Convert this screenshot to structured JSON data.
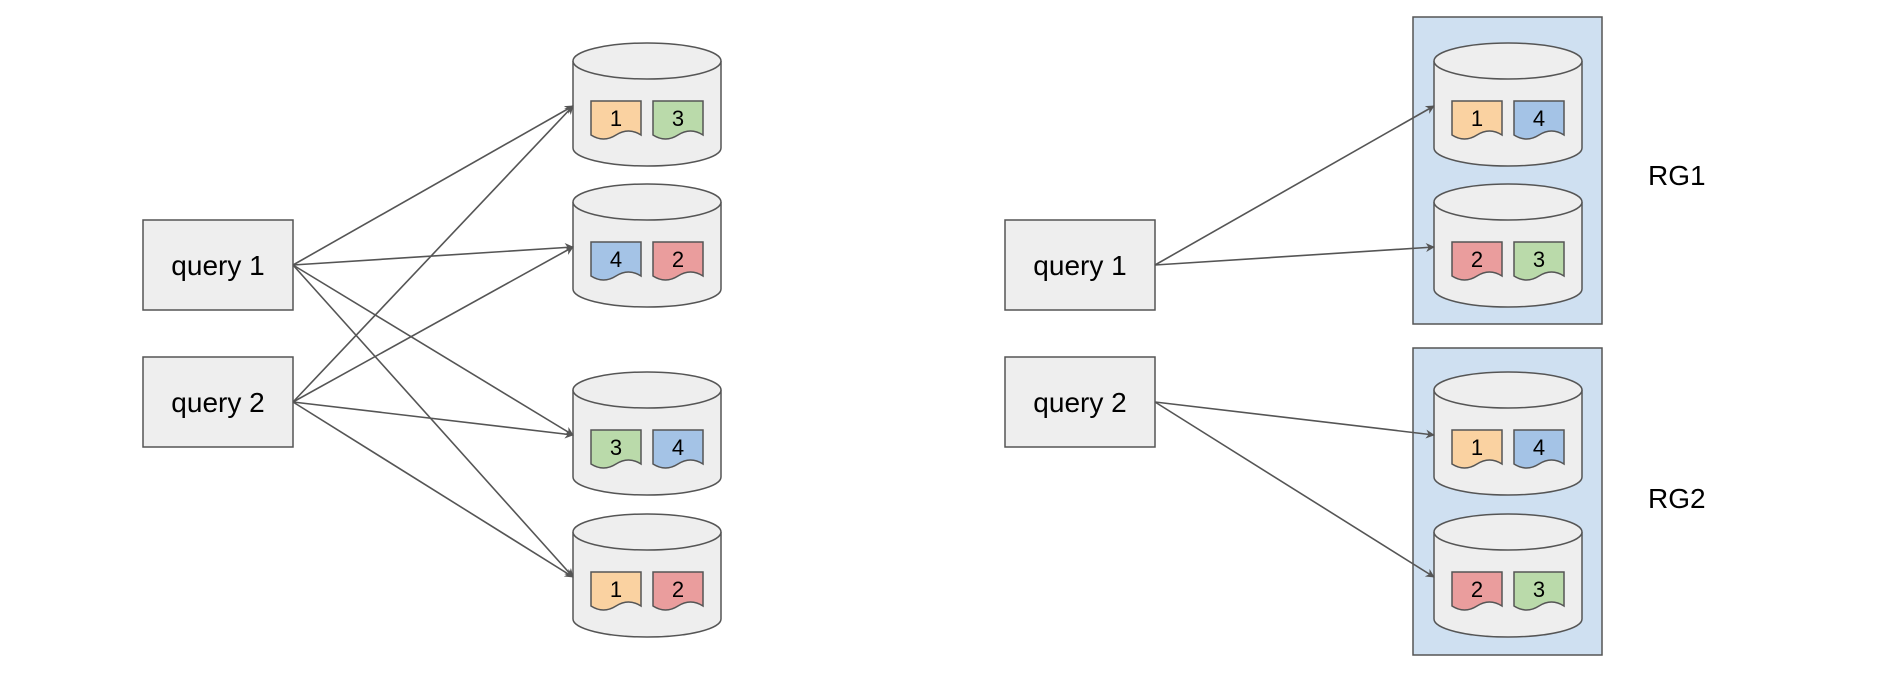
{
  "colors": {
    "box_fill": "#eeeeee",
    "stroke": "#555555",
    "group_fill": "#cfe0f1",
    "shard_colors": {
      "1": "#fad2a1",
      "2": "#ea9d9d",
      "3": "#badaaa",
      "4": "#a4c3e6"
    }
  },
  "left": {
    "queries": [
      {
        "label": "query 1"
      },
      {
        "label": "query 2"
      }
    ],
    "nodes": [
      {
        "shards": [
          "1",
          "3"
        ]
      },
      {
        "shards": [
          "4",
          "2"
        ]
      },
      {
        "shards": [
          "3",
          "4"
        ]
      },
      {
        "shards": [
          "1",
          "2"
        ]
      }
    ],
    "edges": [
      [
        0,
        0
      ],
      [
        0,
        1
      ],
      [
        0,
        2
      ],
      [
        0,
        3
      ],
      [
        1,
        0
      ],
      [
        1,
        1
      ],
      [
        1,
        2
      ],
      [
        1,
        3
      ]
    ]
  },
  "right": {
    "queries": [
      {
        "label": "query 1"
      },
      {
        "label": "query 2"
      }
    ],
    "groups": [
      {
        "label": "RG1",
        "nodes": [
          {
            "shards": [
              "1",
              "4"
            ]
          },
          {
            "shards": [
              "2",
              "3"
            ]
          }
        ]
      },
      {
        "label": "RG2",
        "nodes": [
          {
            "shards": [
              "1",
              "4"
            ]
          },
          {
            "shards": [
              "2",
              "3"
            ]
          }
        ]
      }
    ],
    "edges": [
      [
        0,
        0,
        0
      ],
      [
        0,
        0,
        1
      ],
      [
        1,
        1,
        0
      ],
      [
        1,
        1,
        1
      ]
    ]
  }
}
